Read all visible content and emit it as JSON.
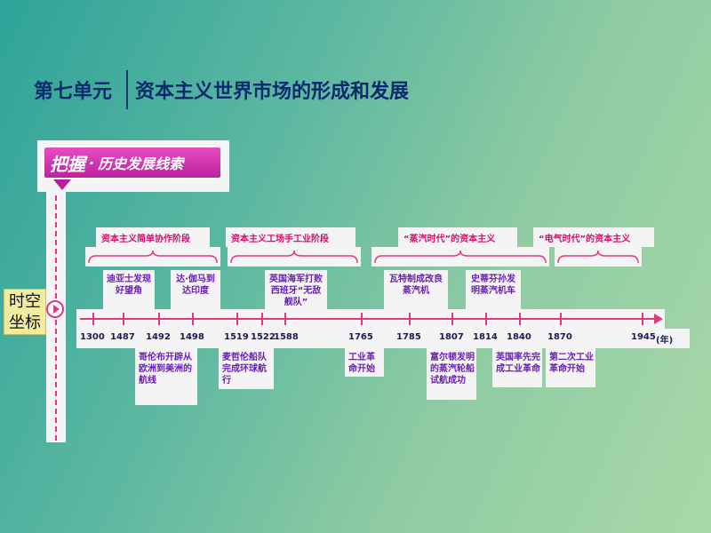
{
  "header": {
    "unit": "第七单元",
    "title": "资本主义世界市场的形成和发展"
  },
  "banner": {
    "main": "把握",
    "sep": "·",
    "sub": "历史发展线索"
  },
  "coord_label": {
    "line1": "时空",
    "line2": "坐标"
  },
  "phases": [
    "资本主义简单协作阶段",
    "资本主义工场手工业阶段",
    "“蒸汽时代”的资本主义",
    "“电气时代”的资本主义"
  ],
  "years": [
    "1300",
    "1487",
    "1492",
    "1498",
    "1519",
    "1522",
    "1588",
    "1765",
    "1785",
    "1807",
    "1814",
    "1840",
    "1870",
    "1945",
    "(年)"
  ],
  "events_above": [
    "迪亚士发现好望角",
    "达·伽马到达印度",
    "英国海军打败西班牙“无敌舰队”",
    "瓦特制成改良蒸汽机",
    "史蒂芬孙发明蒸汽机车"
  ],
  "events_below": [
    "哥伦布开辟从欧洲到美洲的航线",
    "麦哲伦船队完成环球航行",
    "工业革命开始",
    "富尔顿发明的蒸汽轮船试航成功",
    "英国率先完成工业革命",
    "第二次工业革命开始"
  ],
  "colors": {
    "accent": "#e03a7e",
    "phase": "#d40e6e",
    "event": "#6a1fb2",
    "title": "#0b2a6e"
  }
}
